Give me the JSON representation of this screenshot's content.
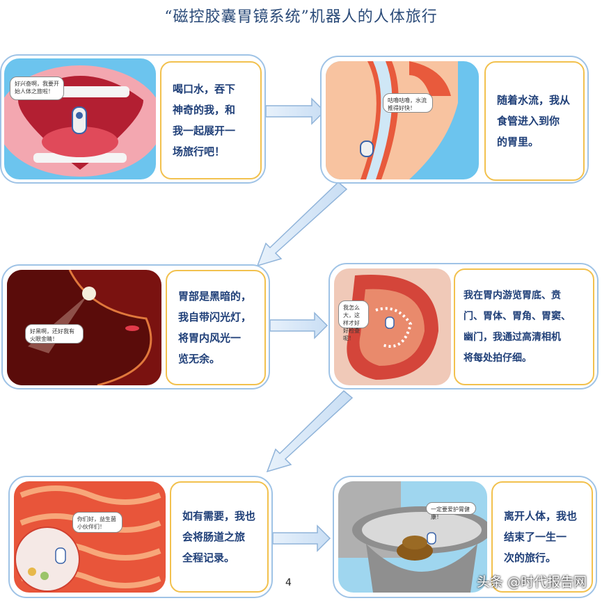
{
  "title": "“磁控胶囊胃镜系统”机器人的人体旅行",
  "panels": [
    {
      "lines": [
        "喝口水，吞下",
        "神奇的我，和",
        "我一起展开一",
        "场旅行吧！"
      ],
      "bubble": "好兴奋啊，我要开始人体之旅啦！"
    },
    {
      "lines": [
        "随着水流，我从",
        "食管进入到你",
        "的胃里。"
      ],
      "bubble": "咕噜咕噜，水流推得好快！"
    },
    {
      "lines": [
        "胃部是黑暗的，",
        "我自带闪光灯，",
        "将胃内风光一",
        "览无余。"
      ],
      "bubble": "好黑啊，还好我有火眼金睛！"
    },
    {
      "lines": [
        "我在胃内游览胃底、贲",
        "门、胃体、胃角、胃窦、",
        "幽门，我通过高清相机",
        "将每处拍仔细。"
      ],
      "bubble": "我怎么大，这样才好好检查呢！"
    },
    {
      "lines": [
        "如有需要，我也",
        "会将肠道之旅",
        "全程记录。"
      ],
      "bubble": "你们好，益生菌小伙伴们！"
    },
    {
      "lines": [
        "离开人体，我也",
        "结束了一生一",
        "次的旅行。"
      ],
      "bubble": "一定要爱护胃健康！"
    }
  ],
  "page_number": "4",
  "watermark": "头条 @时代报告网"
}
